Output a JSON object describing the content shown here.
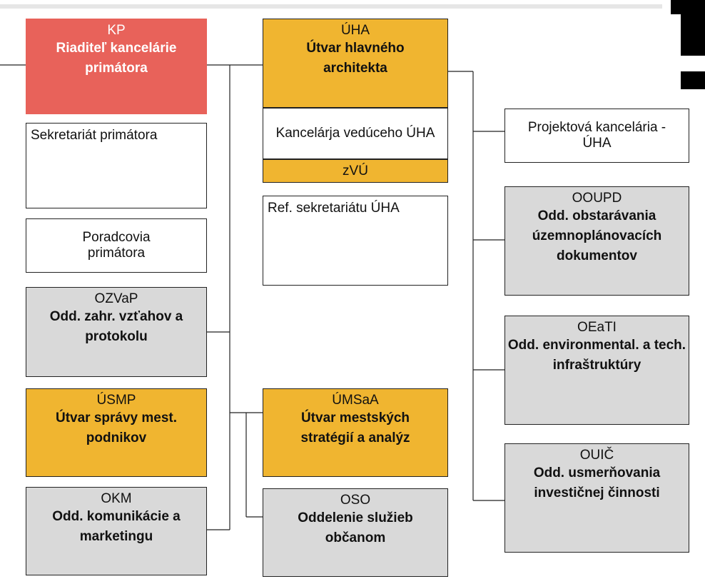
{
  "colors": {
    "red": "#e8625a",
    "yellow": "#f0b530",
    "gray": "#d9d9d9",
    "white": "#ffffff",
    "line": "#222222"
  },
  "boxes": {
    "kp": {
      "code": "KP",
      "name": "Riaditeľ kancelárie primátora"
    },
    "sekretariat": {
      "name": "Sekretariát primátora"
    },
    "poradcovia": {
      "name": "Poradcovia primátora"
    },
    "ozvap": {
      "code": "OZVaP",
      "name": "Odd. zahr. vzťahov a protokolu"
    },
    "usmp": {
      "code": "ÚSMP",
      "name": "Útvar správy mest. podnikov"
    },
    "okm": {
      "code": "OKM",
      "name": "Odd. komunikácie a marketingu"
    },
    "uha": {
      "code": "ÚHA",
      "name": "Útvar hlavného architekta"
    },
    "kancelaria_uha": {
      "name": "Kancelárja vedúceho ÚHA"
    },
    "zvu": {
      "name": "zVÚ"
    },
    "ref_uha": {
      "name": "Ref. sekretariátu ÚHA"
    },
    "umsaa": {
      "code": "ÚMSaA",
      "name": "Útvar mestských stratégií a analýz"
    },
    "oso": {
      "code": "OSO",
      "name": "Oddelenie služieb občanom"
    },
    "projektova": {
      "name": "Projektová kancelária - ÚHA"
    },
    "ooupd": {
      "code": "OOUPD",
      "name": "Odd. obstarávania územnoplánovacích dokumentov"
    },
    "oeati": {
      "code": "OEaTI",
      "name": "Odd. environmental. a tech. infraštruktúry"
    },
    "ouic": {
      "code": "OUIČ",
      "name": "Odd. usmerňovania investičnej činnosti"
    }
  }
}
